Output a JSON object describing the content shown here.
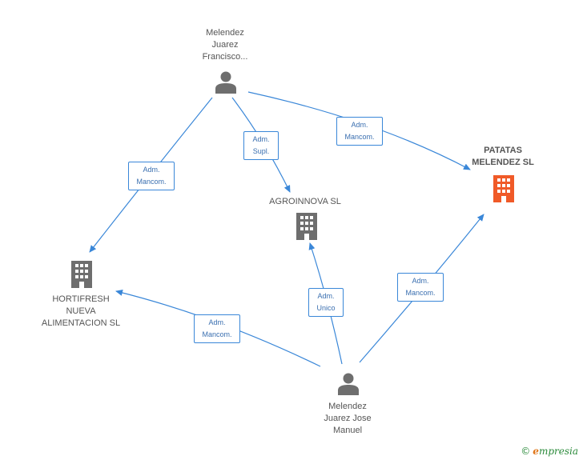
{
  "colors": {
    "edge": "#3a87d8",
    "company_icon": "#6e6e6e",
    "company_icon_highlight": "#f05a28",
    "person_icon": "#6e6e6e"
  },
  "nodes": [
    {
      "id": "melendez-francisco",
      "kind": "person",
      "icon": "person-icon",
      "label": "Melendez\nJuarez\nFrancisco..."
    },
    {
      "id": "patatas-melendez",
      "kind": "company",
      "icon": "building-icon",
      "highlight": true,
      "label": "PATATAS\nMELENDEZ SL"
    },
    {
      "id": "agroinnova",
      "kind": "company",
      "icon": "building-icon",
      "label": "AGROINNOVA SL"
    },
    {
      "id": "hortifresh",
      "kind": "company",
      "icon": "building-icon",
      "label": "HORTIFRESH\nNUEVA\nALIMENTACION SL"
    },
    {
      "id": "melendez-jose-manuel",
      "kind": "person",
      "icon": "person-icon",
      "label": "Melendez\nJuarez Jose\nManuel"
    }
  ],
  "edges": [
    {
      "from": "melendez-francisco",
      "to": "hortifresh",
      "label": "Adm.\nMancom."
    },
    {
      "from": "melendez-francisco",
      "to": "agroinnova",
      "label": "Adm.\nSupl."
    },
    {
      "from": "melendez-francisco",
      "to": "patatas-melendez",
      "label": "Adm.\nMancom."
    },
    {
      "from": "melendez-jose-manuel",
      "to": "agroinnova",
      "label": "Adm.\nUnico"
    },
    {
      "from": "melendez-jose-manuel",
      "to": "hortifresh",
      "label": "Adm.\nMancom."
    },
    {
      "from": "melendez-jose-manuel",
      "to": "patatas-melendez",
      "label": "Adm.\nMancom."
    }
  ],
  "footer": {
    "copyright_symbol": "©",
    "brand_initial": "e",
    "brand_rest": "mpresia"
  }
}
